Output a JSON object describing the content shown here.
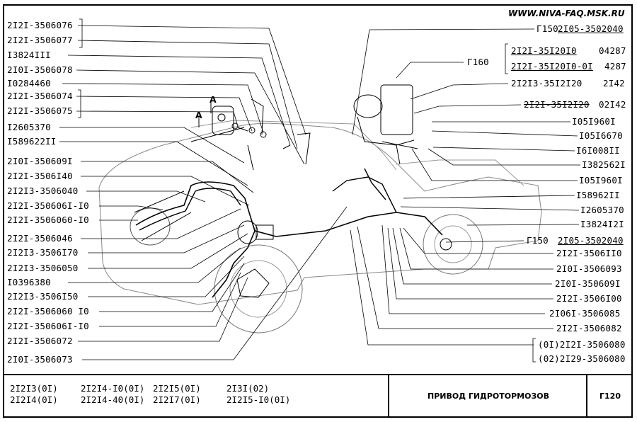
{
  "site": "WWW.NIVA-FAQ.MSK.RU",
  "left_labels": [
    "2I2I-3506076",
    "2I2I-3506077",
    "I3824III",
    "2I0I-3506078",
    "I0284460",
    "2I2I-3506074",
    "2I2I-3506075",
    "I2605370",
    "I589622II",
    "2I0I-350609I",
    "2I2I-3506I40",
    "2I2I3-3506040",
    "2I2I-350606I-I0",
    "2I2I-3506060-I0",
    "2I2I-3506046",
    "2I2I3-3506I70",
    "2I2I3-3506050",
    "I0396380",
    "2I2I3-3506I50",
    "2I2I-3506060 I0",
    "2I2I-350606I-I0",
    "2I2I-3506072",
    "2I0I-3506073"
  ],
  "right_labels": {
    "g150_top": "Г150",
    "code_top": "2I05-3502040",
    "g160": "Г160",
    "r1a": "2I2I-35I20I0",
    "r1b": "04287",
    "r2a": "2I2I-35I20I0-0I",
    "r2b": "4287",
    "r3a": "2I2I3-35I2I20",
    "r3b": "2I42",
    "r4a": "2I2I-35I2I20",
    "r4b": "02I42",
    "list": [
      "I05I960I",
      "I05I6670",
      "I6I008II",
      "I382562I",
      "I05I960I",
      "I58962II",
      "I2605370",
      "I3824I2I"
    ],
    "g150_mid": "Г150",
    "code_mid": "2I05-3502040",
    "list2": [
      "2I2I-3506II0",
      "2I0I-3506093",
      "2I0I-350609I",
      "2I2I-3506I00",
      "2I06I-3506085",
      "2I2I-3506082"
    ],
    "alt1": "(0I)2I2I-3506080",
    "alt2": "(02)2I29-3506080"
  },
  "view_marks": [
    "A",
    "A"
  ],
  "title_block": {
    "models": [
      "2I2I3(0I)",
      "2I2I4(0I)",
      "2I2I4-I0(0I)",
      "2I2I4-40(0I)",
      "2I2I5(0I)",
      "2I2I7(0I)",
      "2I3I(02)",
      "2I2I5-I0(0I)"
    ],
    "title": "ПРИВОД ГИДРОТОРМОЗОВ",
    "code": "Г120"
  }
}
